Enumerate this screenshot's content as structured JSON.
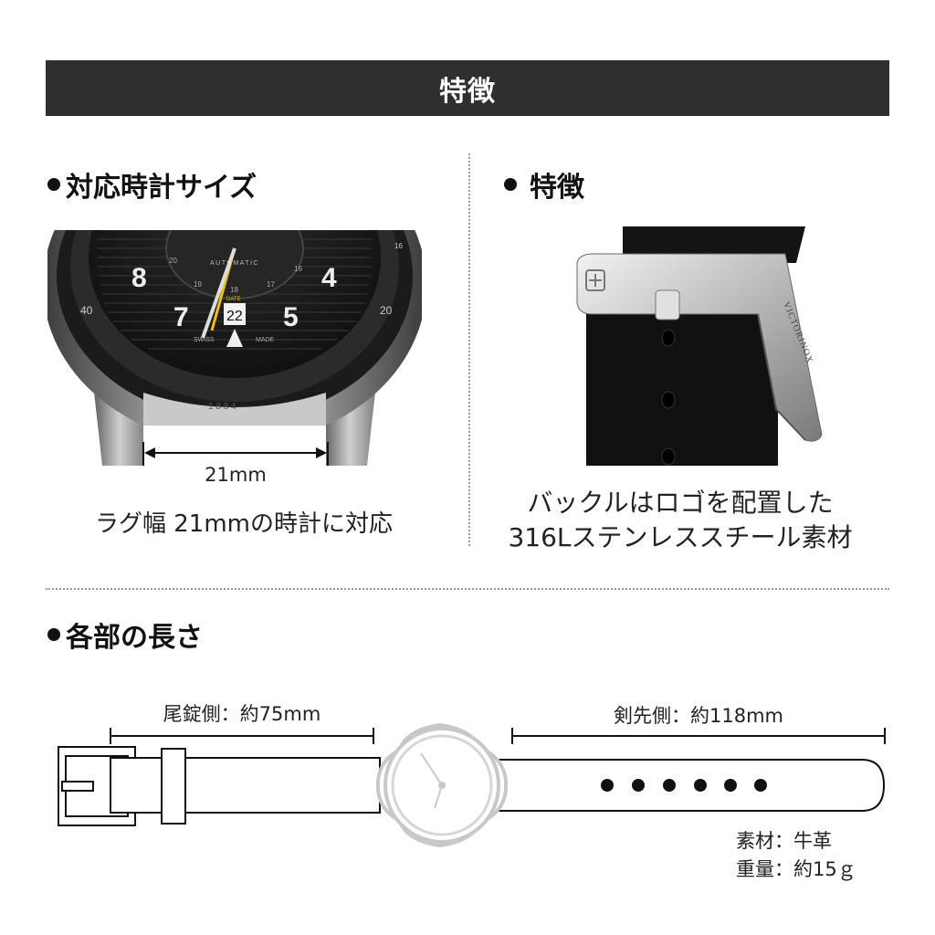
{
  "banner": {
    "title": "特徴"
  },
  "left_section": {
    "title": "対応時計サイズ",
    "lug_width_label": "21mm",
    "caption": "ラグ幅 21mmの時計に対応",
    "watch_face": {
      "label_automatic": "AUTOMATIC",
      "label_date": "DATE",
      "date_value": "22",
      "numerals": [
        "8",
        "4",
        "7",
        "5"
      ],
      "small_numbers": [
        "20",
        "19",
        "18",
        "17",
        "16"
      ],
      "bezel_numbers": [
        "40",
        "20",
        "16"
      ],
      "case_number": "1 8 8 4",
      "swiss": "SWISS",
      "made": "MADE"
    }
  },
  "right_section": {
    "title": "特徴",
    "brand_engraving": "VICTORINOX",
    "caption_line1": "バックルはロゴを配置した",
    "caption_line2": "316Lステンレススチール素材"
  },
  "bottom_section": {
    "title": "各部の長さ",
    "buckle_side_label": "尾錠側：約75mm",
    "tip_side_label": "剣先側：約118mm",
    "material": "素材：牛革",
    "weight": "重量：約15ｇ"
  },
  "colors": {
    "banner_bg": "#2f2f2f",
    "accent_hand": "#f2c200",
    "text": "#222222"
  }
}
